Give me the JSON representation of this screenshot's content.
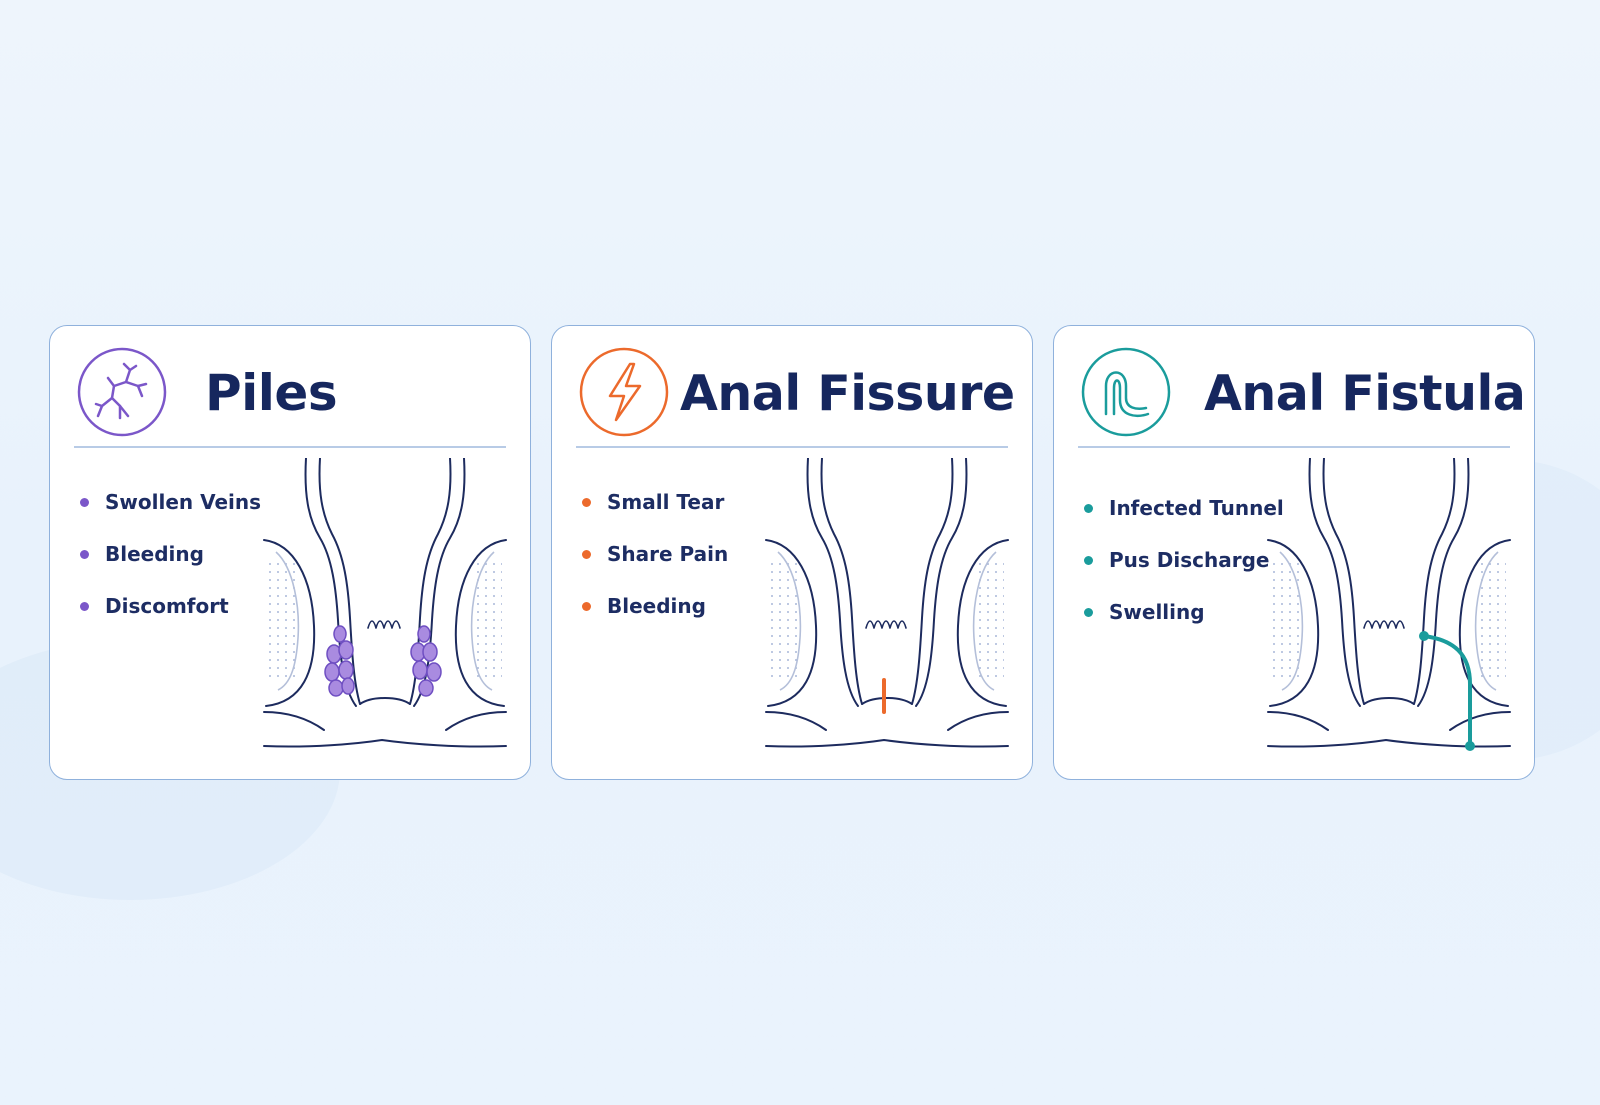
{
  "cards": [
    {
      "title": "Piles",
      "accent": "#7b57c9",
      "icon": "branching-veins-icon",
      "symptoms": [
        "Swollen Veins",
        "Bleeding",
        "Discomfort"
      ],
      "illustration": "anal-anatomy-with-hemorrhoids"
    },
    {
      "title": "Anal Fissure",
      "accent": "#ec6a2c",
      "icon": "lightning-bolt-icon",
      "symptoms": [
        "Small Tear",
        "Share Pain",
        "Bleeding"
      ],
      "illustration": "anal-anatomy-with-tear"
    },
    {
      "title": "Anal Fistula",
      "accent": "#1a9c9c",
      "icon": "tunnel-icon",
      "symptoms": [
        "Infected Tunnel",
        "Pus Discharge",
        "Swelling"
      ],
      "illustration": "anal-anatomy-with-fistula-tract"
    }
  ],
  "colors": {
    "title": "#16275e",
    "outline": "#1d2b5e",
    "card_border": "#8fb1dc",
    "background": "#eaf3fc"
  }
}
